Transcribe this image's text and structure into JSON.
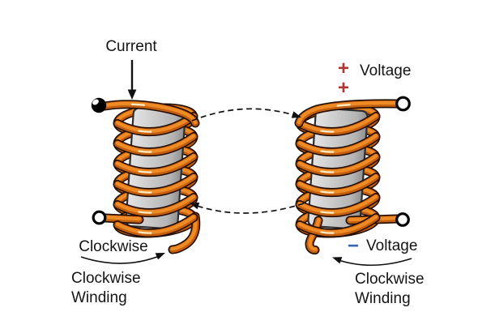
{
  "diagram": {
    "left": {
      "current_label": "Current",
      "clockwise_label": "Clockwise",
      "winding_line1": "Clockwise",
      "winding_line2": "Winding"
    },
    "right": {
      "plus_top": "+",
      "plus_bottom": "+",
      "voltage_top": "Voltage",
      "minus": "−",
      "voltage_bottom": "Voltage",
      "winding_line1": "Clockwise",
      "winding_line2": "Winding"
    },
    "colors": {
      "copper": "#C35F10",
      "copper_light": "#EF8B25",
      "copper_highlight": "#FCECC6",
      "wire_outline": "#230D02",
      "core_gray": "#C9C9C9",
      "plus_red": "#B23434",
      "minus_blue": "#3566B5",
      "ink": "#141414",
      "background": "#FFFFFF"
    },
    "icons": {
      "current_arrow": "down-arrow",
      "flux_arrow_top": "dashed-curved-arrow-pointing-right-coil",
      "flux_arrow_bottom": "dashed-curved-arrow-pointing-left-coil",
      "winding_arrow_left": "curved-clockwise-arrow",
      "winding_arrow_right": "curved-clockwise-arrow",
      "terminal_top_left": "black-dot-terminal",
      "terminal_bottom_left": "white-dot-terminal",
      "terminal_top_right": "white-dot-terminal",
      "terminal_bottom_right": "white-dot-terminal"
    }
  }
}
